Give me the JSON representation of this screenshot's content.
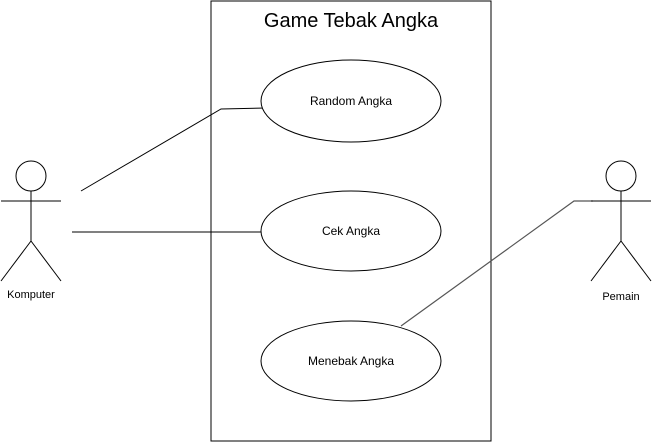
{
  "diagram": {
    "system_title": "Game Tebak Angka",
    "use_cases": {
      "random": "Random Angka",
      "cek": "Cek Angka",
      "menebak": "Menebak Angka"
    },
    "actors": {
      "komputer": "Komputer",
      "pemain": "Pemain"
    }
  }
}
